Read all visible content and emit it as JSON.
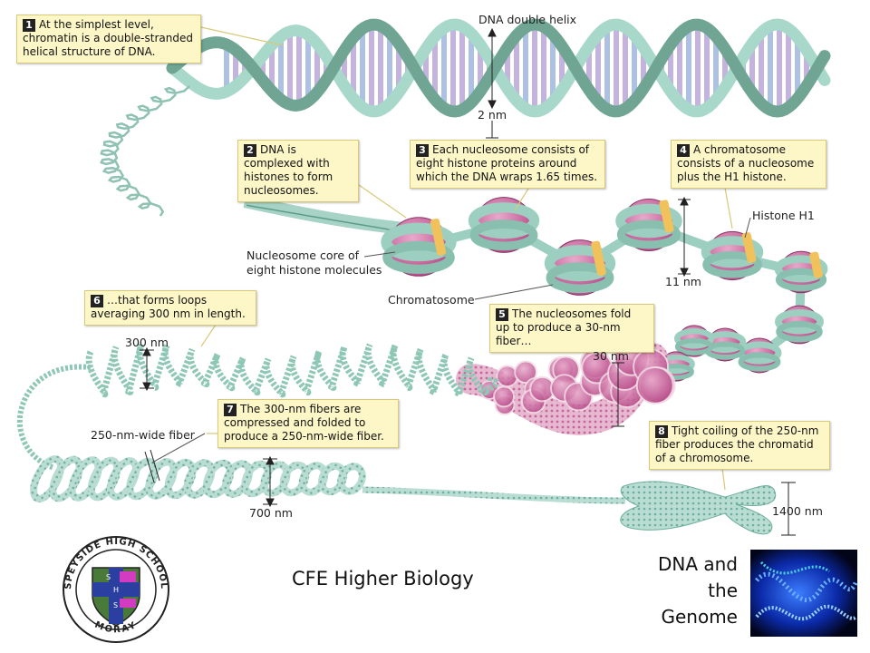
{
  "callouts": [
    {
      "num": "1",
      "text": "At the simplest level, chromatin is a double-stranded helical structure of DNA."
    },
    {
      "num": "2",
      "text": "DNA is complexed with histones to form nucleosomes."
    },
    {
      "num": "3",
      "text": "Each nucleosome consists of eight histone proteins around which the DNA wraps 1.65 times."
    },
    {
      "num": "4",
      "text": "A chromatosome consists of a nucleosome plus the H1 histone."
    },
    {
      "num": "5",
      "text": "The nucleosomes fold up to produce a 30-nm fiber…"
    },
    {
      "num": "6",
      "text": "…that forms loops averaging 300 nm in length."
    },
    {
      "num": "7",
      "text": "The 300-nm fibers are compressed and folded to produce a 250-nm-wide fiber."
    },
    {
      "num": "8",
      "text": "Tight coiling of the 250-nm fiber produces the chromatid of a chromosome."
    }
  ],
  "labels": {
    "dna_double_helix": "DNA double helix",
    "two_nm": "2 nm",
    "histone_h1": "Histone H1",
    "nucleosome_core_line1": "Nucleosome core of",
    "nucleosome_core_line2": "eight histone molecules",
    "chromatosome": "Chromatosome",
    "eleven_nm": "11 nm",
    "thirty_nm": "30 nm",
    "three_hundred_nm": "300 nm",
    "fiber_250": "250-nm-wide fiber",
    "seven_hundred_nm": "700 nm",
    "fourteen_hundred_nm": "1400 nm"
  },
  "footer": {
    "course_title": "CFE Higher Biology",
    "side_title_lines": [
      "DNA and",
      "the",
      "Genome"
    ],
    "school_name_top": "SPEYSIDE HIGH SCHOOL",
    "school_name_bottom": "MORAY",
    "crest_letters": [
      "S",
      "H",
      "S"
    ]
  },
  "colors": {
    "backbone": "#9ccfc0",
    "base_purple": "#b9a6d8",
    "base_blue": "#9fb6df",
    "histone": "#c95f9a",
    "h1": "#f1c15c",
    "callout_bg": "#fdf7c8"
  }
}
